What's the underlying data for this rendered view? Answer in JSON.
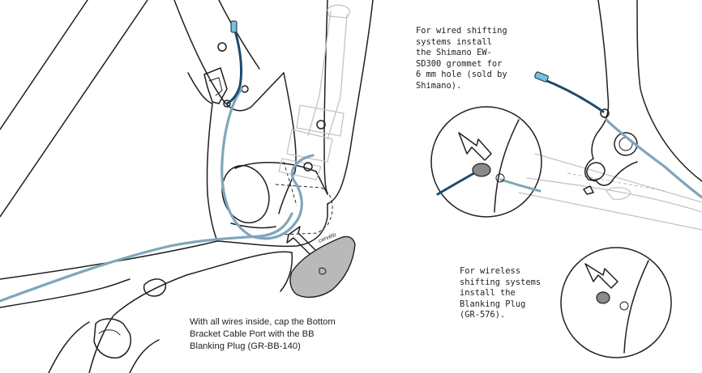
{
  "callouts": {
    "wired": "For wired shifting\nsystems install\nthe Shimano EW-\nSD300 grommet for\n6 mm hole (sold by\nShimano).",
    "wireless": "For wireless\nshifting systems\ninstall the\nBlanking Plug\n(GR-576).",
    "bb_port": "With all wires inside, cap the Bottom\nBracket Cable Port with the BB\nBlanking Plug (GR-BB-140)"
  },
  "plug_logo": "cervélo",
  "colors": {
    "cable_light": "#7fa6bb",
    "cable_dark": "#1e4a6b",
    "connector": "#6ec3e6",
    "plug": "#b9b9b9",
    "frame_line": "#1f1f1f",
    "ghost_line": "#c4c4c4"
  }
}
